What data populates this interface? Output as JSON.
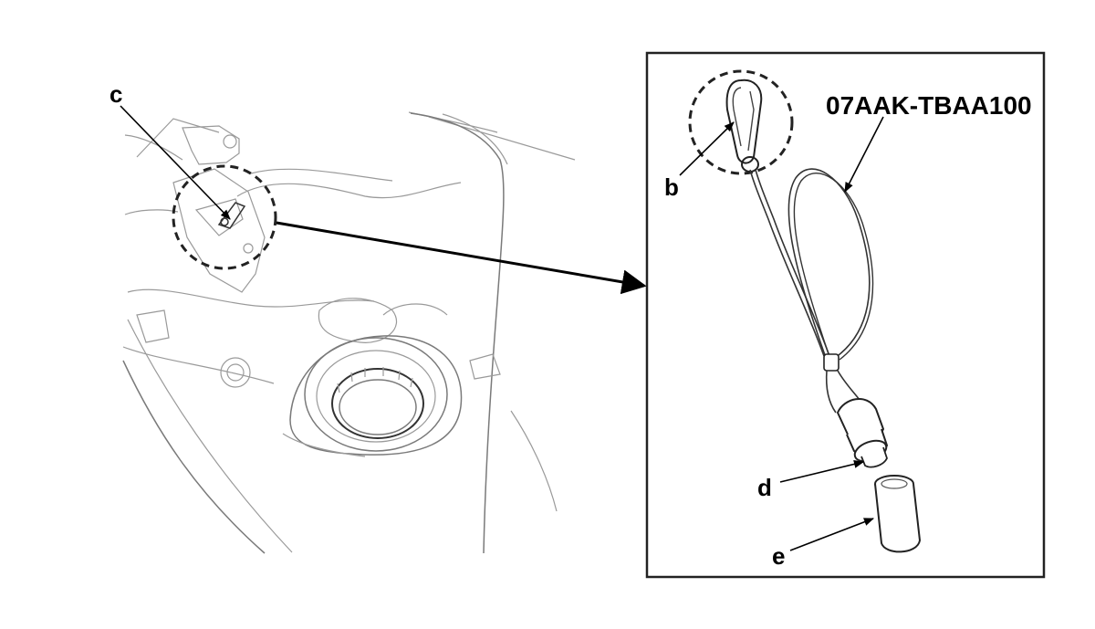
{
  "callouts": {
    "c": "c",
    "b": "b",
    "d": "d",
    "e": "e",
    "tool_number": "07AAK-TBAA100"
  }
}
